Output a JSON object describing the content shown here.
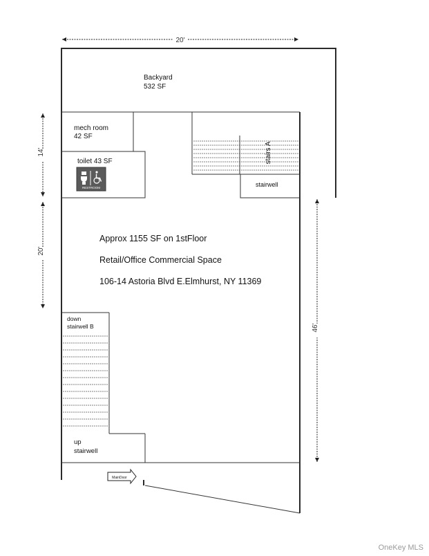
{
  "dimensions": {
    "top": "20'",
    "left_upper": "14'",
    "left_lower": "20'",
    "right": "46'"
  },
  "rooms": {
    "backyard": {
      "name": "Backyard",
      "area": "532 SF"
    },
    "mech_room": {
      "name": "mech room",
      "area": "42 SF"
    },
    "toilet": {
      "label": "toilet 43 SF",
      "sign_text": "RESTROOM"
    },
    "stairs_a": {
      "label": "stairs A"
    },
    "stairwell_top": {
      "label": "stairwell"
    },
    "stairwell_b": {
      "line1": "down",
      "line2": "stairwell B"
    },
    "stairwell_up": {
      "line1": "up",
      "line2": "stairwell"
    },
    "main_door": {
      "label": "MainDoor"
    }
  },
  "info": {
    "area_line": "Approx 1155 SF on 1stFloor",
    "use_line": "Retail/Office Commercial Space",
    "address_line": "106-14 Astoria Blvd E.Elmhurst, NY 11369"
  },
  "watermark": "OneKey MLS"
}
